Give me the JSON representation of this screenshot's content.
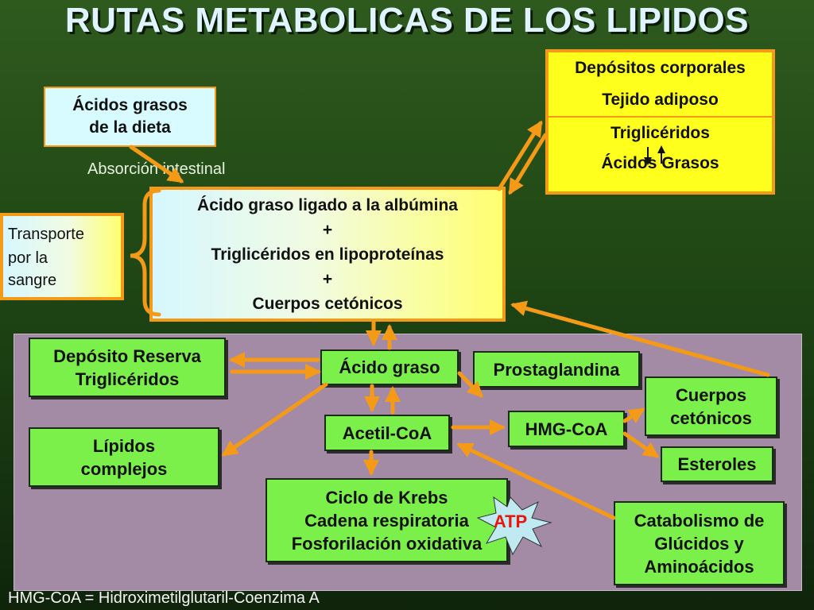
{
  "title": "RUTAS METABOLICAS DE LOS LIPIDOS",
  "dieta": {
    "line1": "Ácidos grasos",
    "line2": "de la dieta"
  },
  "absorcion": "Absorción intestinal",
  "depositos": {
    "header": "Depósitos corporales",
    "tejido": "Tejido adiposo",
    "trigliceridos": "Triglicéridos",
    "acidos": "Ácidos Grasos"
  },
  "transporte": {
    "line1": "Transporte",
    "line2": "por la",
    "line3": "sangre"
  },
  "sangre": {
    "line1": "Ácido graso ligado a la albúmina",
    "plus1": "+",
    "line2": "Triglicéridos en lipoproteínas",
    "plus2": "+",
    "line3": "Cuerpos cetónicos"
  },
  "reserva": {
    "line1": "Depósito Reserva",
    "line2": "Triglicéridos"
  },
  "acido_graso": "Ácido graso",
  "prostaglandina": "Prostaglandina",
  "cuerpos": {
    "line1": "Cuerpos",
    "line2": "cetónicos"
  },
  "lipidos": {
    "line1": "Lípidos",
    "line2": "complejos"
  },
  "acetil": "Acetil-CoA",
  "hmg": "HMG-CoA",
  "esteroles": "Esteroles",
  "krebs": {
    "line1": "Ciclo de Krebs",
    "line2": "Cadena respiratoria",
    "line3": "Fosforilación oxidativa"
  },
  "atp": "ATP",
  "catabolismo": {
    "line1": "Catabolismo de",
    "line2": "Glúcidos y",
    "line3": "Aminoácidos"
  },
  "footer": "HMG-CoA = Hidroximetilglutaril-Coenzima A",
  "colors": {
    "arrow": "#f59a16",
    "green_box": "#7cf04a",
    "deposit_box": "#ffff1e",
    "panel": "#a48ba5",
    "atp_star": "#bfeaf2"
  }
}
